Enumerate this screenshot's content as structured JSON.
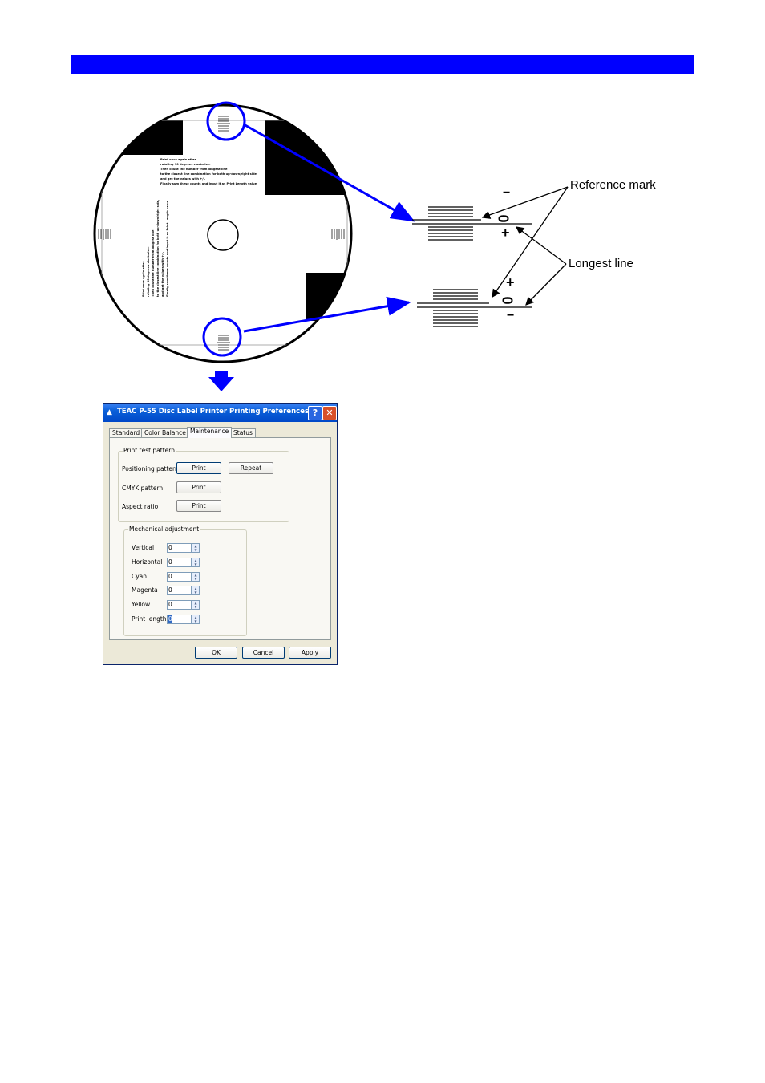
{
  "colors": {
    "banner": "#0000ff",
    "arrow": "#0000ff",
    "xp_title": "#0048c8"
  },
  "callouts": {
    "reference_mark": "Reference mark",
    "longest_line": "Longest line"
  },
  "marks": {
    "minus": "−",
    "plus": "+",
    "zero": "0"
  },
  "disc_text": {
    "right_block": [
      "Print once again after",
      "rotating 90 degrees clockwise.",
      "Then count the number from longest line",
      "to the closest line combination for both up-down/right side,",
      "and get the values with +/-.",
      "Finally sum these counts and input it as Print Length value."
    ],
    "left_block": [
      "Print once again after",
      "rotating 90 degrees clockwise.",
      "Then count the number from longest line",
      "to the closest line combination for both up-down/right side,",
      "and get the values with +/-.",
      "Finally sum these counts and input it as Print Length value."
    ]
  },
  "dialog": {
    "title": "TEAC P-55 Disc Label Printer Printing Preferences",
    "help": "?",
    "close": "✕",
    "tabs": [
      "Standard",
      "Color Balance",
      "Maintenance",
      "Status"
    ],
    "print_test": {
      "title": "Print test pattern",
      "positioning_label": "Positioning pattern",
      "positioning_print": "Print",
      "repeat": "Repeat",
      "cmyk_label": "CMYK pattern",
      "cmyk_print": "Print",
      "aspect_label": "Aspect ratio",
      "aspect_print": "Print"
    },
    "mechanical": {
      "title": "Mechanical adjustment",
      "rows": [
        {
          "label": "Vertical",
          "value": "0"
        },
        {
          "label": "Horizontal",
          "value": "0"
        },
        {
          "label": "Cyan",
          "value": "0"
        },
        {
          "label": "Magenta",
          "value": "0"
        },
        {
          "label": "Yellow",
          "value": "0"
        },
        {
          "label": "Print length",
          "value": "0"
        }
      ]
    },
    "ok": "OK",
    "cancel": "Cancel",
    "apply": "Apply"
  }
}
